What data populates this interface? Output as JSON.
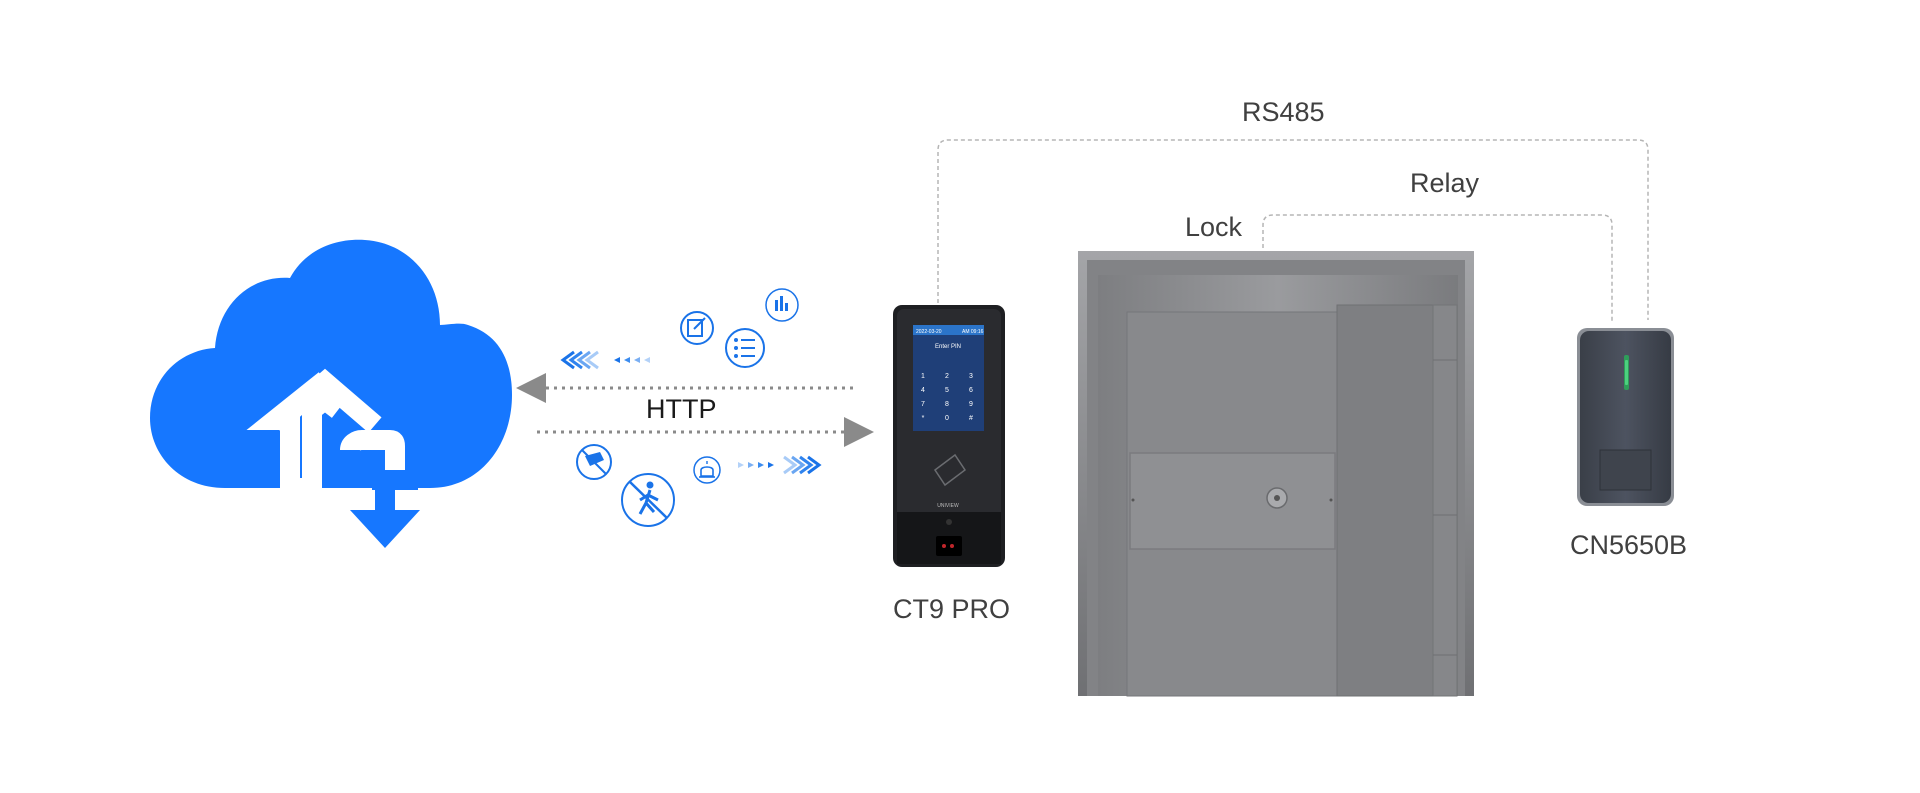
{
  "colors": {
    "cloud": "#1677ff",
    "icon_blue": "#1a73e8",
    "connector": "#b5b5b5",
    "arrow": "#8a8a8a",
    "door": "#8c8d90",
    "device_body": "#1e1f22",
    "screen": "#1f3f78"
  },
  "labels": {
    "rs485": "RS485",
    "relay": "Relay",
    "lock": "Lock",
    "http": "HTTP",
    "ct9pro": "CT9 PRO",
    "cn5650b": "CN5650B"
  },
  "device_screen": {
    "date": "2022-03-20",
    "time": "AM 09:16",
    "prompt": "Enter PIN",
    "keys": [
      "1",
      "2",
      "3",
      "4",
      "5",
      "6",
      "7",
      "8",
      "9",
      "*",
      "0",
      "#"
    ],
    "brand": "UNIVIEW"
  },
  "icons": [
    "cloud-sync-icon",
    "edit-doc-icon",
    "bar-chart-icon",
    "list-icon",
    "no-tamper-icon",
    "no-pass-icon",
    "alarm-icon"
  ]
}
